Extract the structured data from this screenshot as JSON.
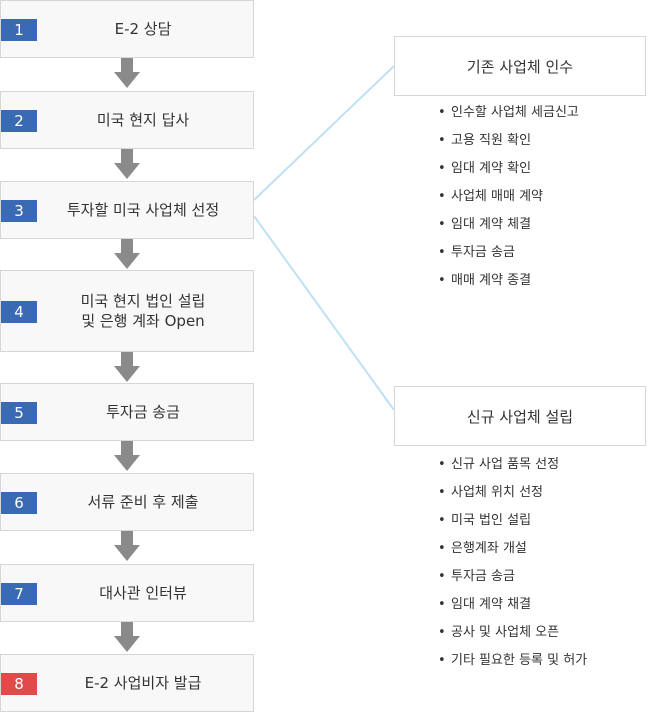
{
  "colors": {
    "step_badge": "#3a6ab3",
    "final_badge": "#e24a4a",
    "arrow": "#8a8a8a",
    "connector": "#bfe0f5"
  },
  "steps": [
    {
      "num": "1",
      "label": "E-2 상담"
    },
    {
      "num": "2",
      "label": "미국 현지 답사"
    },
    {
      "num": "3",
      "label": "투자할 미국 사업체 선정"
    },
    {
      "num": "4",
      "label": "미국 현지 법인 설립\n및 은행 계좌 Open"
    },
    {
      "num": "5",
      "label": "투자금 송금"
    },
    {
      "num": "6",
      "label": "서류 준비 후 제출"
    },
    {
      "num": "7",
      "label": "대사관 인터뷰"
    },
    {
      "num": "8",
      "label": "E-2 사업비자 발급"
    }
  ],
  "branches": [
    {
      "title": "기존 사업체 인수",
      "items": [
        "인수할 사업체 세금신고",
        "고용 직원 확인",
        "임대 계약 확인",
        "사업체 매매 계약",
        "임대 계약 체결",
        "투자금 송금",
        "매매 계약 종결"
      ]
    },
    {
      "title": "신규 사업체 설립",
      "items": [
        "신규 사업 품목 선정",
        "사업체 위치 선정",
        "미국 법인 설립",
        "은행계좌 개설",
        "투자금 송금",
        "임대 계약 채결",
        "공사 및 사업체 오픈",
        "기타 필요한 등록 및 허가"
      ]
    }
  ],
  "bullet_char": "•"
}
